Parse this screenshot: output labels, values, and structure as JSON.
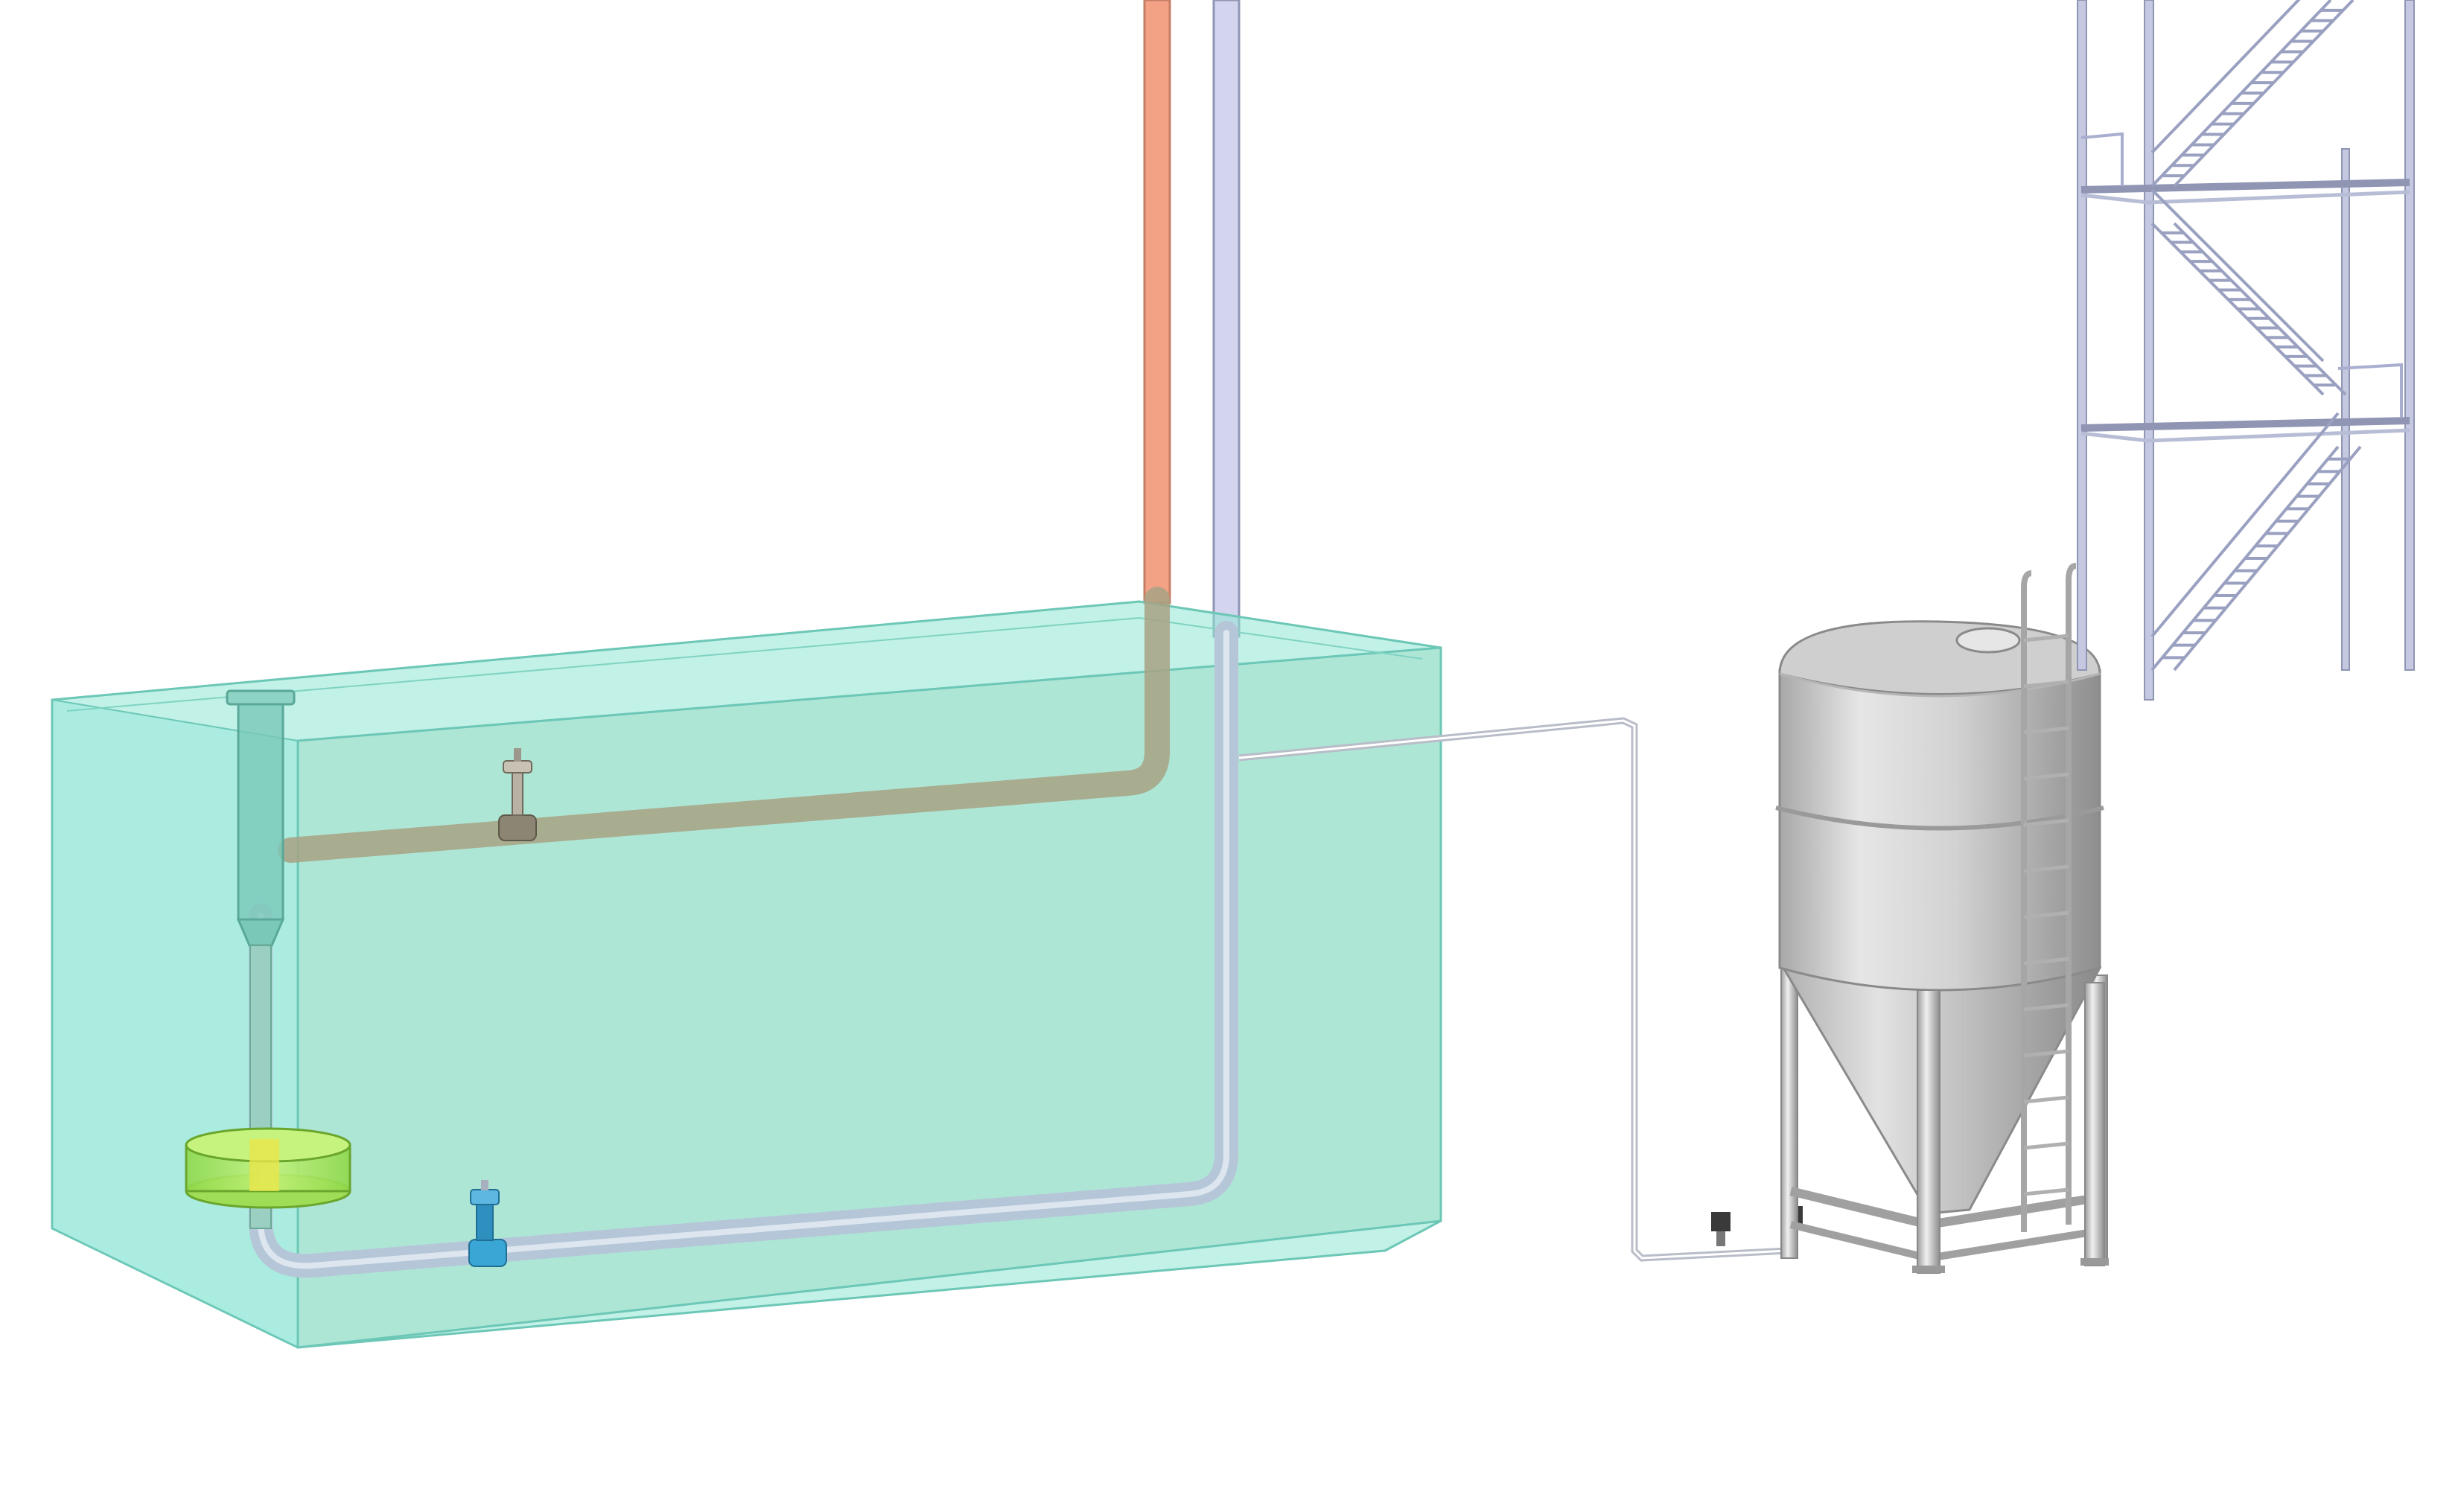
{
  "scene": {
    "description_visible_text": "",
    "colors": {
      "background": "#ffffff",
      "tank_fill": "#7fe3cf",
      "tank_edge": "#5fbfae",
      "hot_pipe": "#f4a285",
      "cold_pipe": "#c9cbe6",
      "pipe_outline": "#9aa2b8",
      "brown_pipe": "#a8a284",
      "green_sleeve": "#a9e85a",
      "silo_body": "#c8c8c8",
      "silo_shadow": "#9a9a9a",
      "silo_highlight": "#ececec",
      "steel": "#b8bdd6",
      "steel_dark": "#8f95b3",
      "valve_blue": "#3aa6d6"
    },
    "components": [
      {
        "id": "water-tank",
        "kind": "translucent rectangular basin"
      },
      {
        "id": "hot-pipe",
        "kind": "vertical orange pipe"
      },
      {
        "id": "cold-pipe",
        "kind": "vertical lavender pipe"
      },
      {
        "id": "silo",
        "kind": "conical bottom storage tank on legs"
      },
      {
        "id": "stair-tower",
        "kind": "steel stair tower"
      }
    ]
  }
}
